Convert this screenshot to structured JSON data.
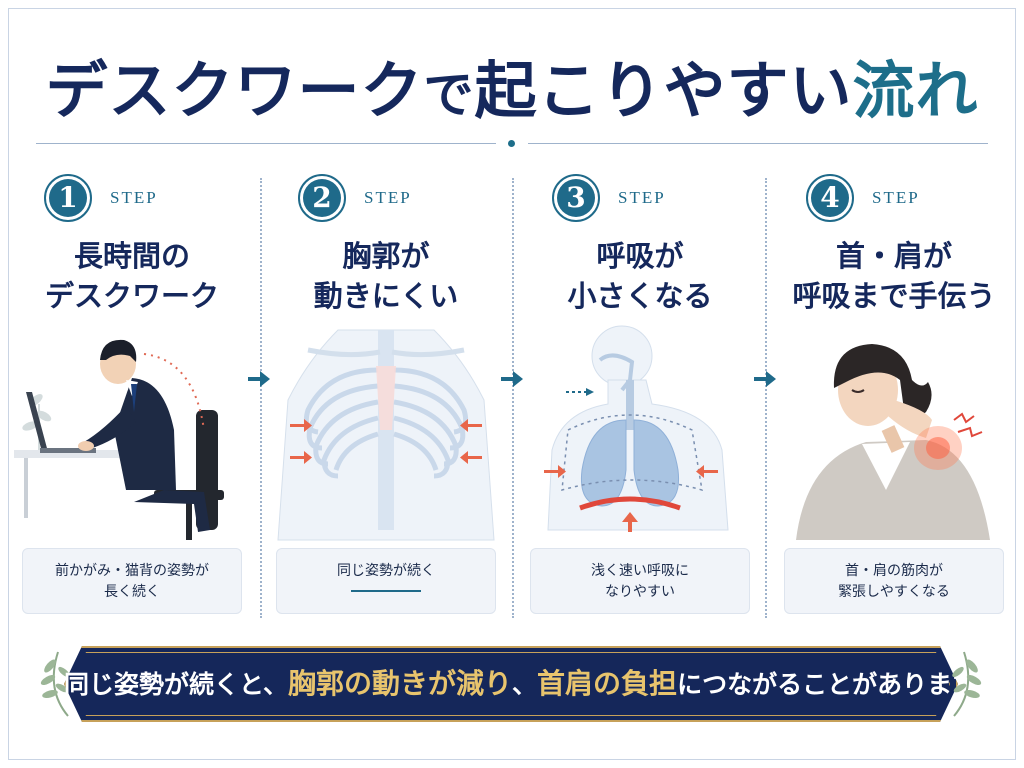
{
  "title": {
    "part1": "デスクワーク",
    "part2": "で",
    "part3": "起こりやすい",
    "accent": "流れ"
  },
  "steps": [
    {
      "number": "1",
      "label": "STEP",
      "title_line1": "長時間の",
      "title_line2": "デスクワーク",
      "note_line1": "前かがみ・猫背の姿勢が",
      "note_line2": "長く続く"
    },
    {
      "number": "2",
      "label": "STEP",
      "title_line1": "胸郭が",
      "title_line2": "動きにくい",
      "note_line1": "同じ姿勢が続く",
      "note_line2": ""
    },
    {
      "number": "3",
      "label": "STEP",
      "title_line1": "呼吸が",
      "title_line2": "小さくなる",
      "note_line1": "浅く速い呼吸に",
      "note_line2": "なりやすい"
    },
    {
      "number": "4",
      "label": "STEP",
      "title_line1": "首・肩が",
      "title_line2": "呼吸まで手伝う",
      "note_line1": "首・肩の筋肉が",
      "note_line2": "緊張しやすくなる"
    }
  ],
  "banner": {
    "text1": "同じ姿勢が続くと、",
    "hl1": "胸郭の動きが減り",
    "text2": "、",
    "hl2": "首肩の負担",
    "text3": "につながることがあります"
  },
  "colors": {
    "navy": "#15285c",
    "teal": "#1f6a8a",
    "gold": "#e8c46d",
    "arrow_red": "#e8664a"
  },
  "icons": [
    "person-at-laptop-icon",
    "ribcage-icon",
    "lungs-icon",
    "neck-pain-woman-icon",
    "arrow-right-icon",
    "laurel-leaf-icon"
  ]
}
